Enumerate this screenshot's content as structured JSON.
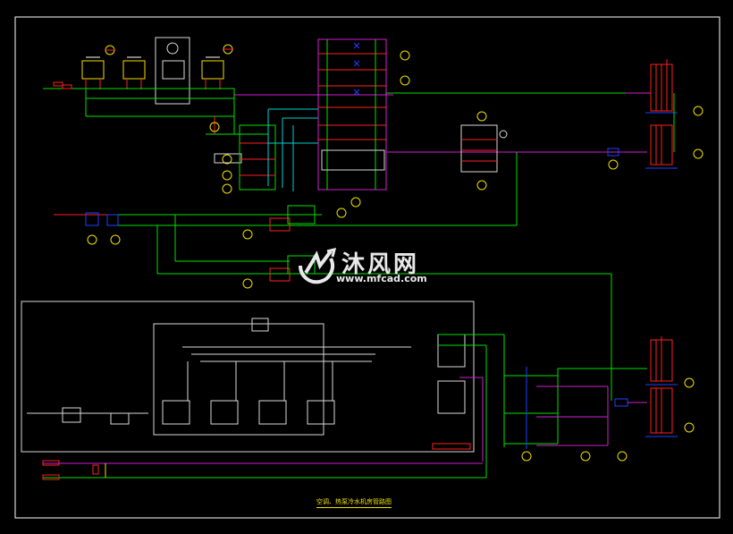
{
  "watermark": {
    "title": "沐风网",
    "url": "www.mfcad.com"
  },
  "caption": "空调、热泵冷水机房管路图",
  "colors": {
    "background": "#000000",
    "frame": "#ffffff",
    "pipe_green": "#00e000",
    "pipe_magenta": "#d020d0",
    "pipe_cyan": "#00d0d0",
    "equipment_red": "#ff2020",
    "valve_blue": "#2040ff",
    "label_yellow": "#f0e000",
    "equipment_white": "#d8d8d8"
  }
}
